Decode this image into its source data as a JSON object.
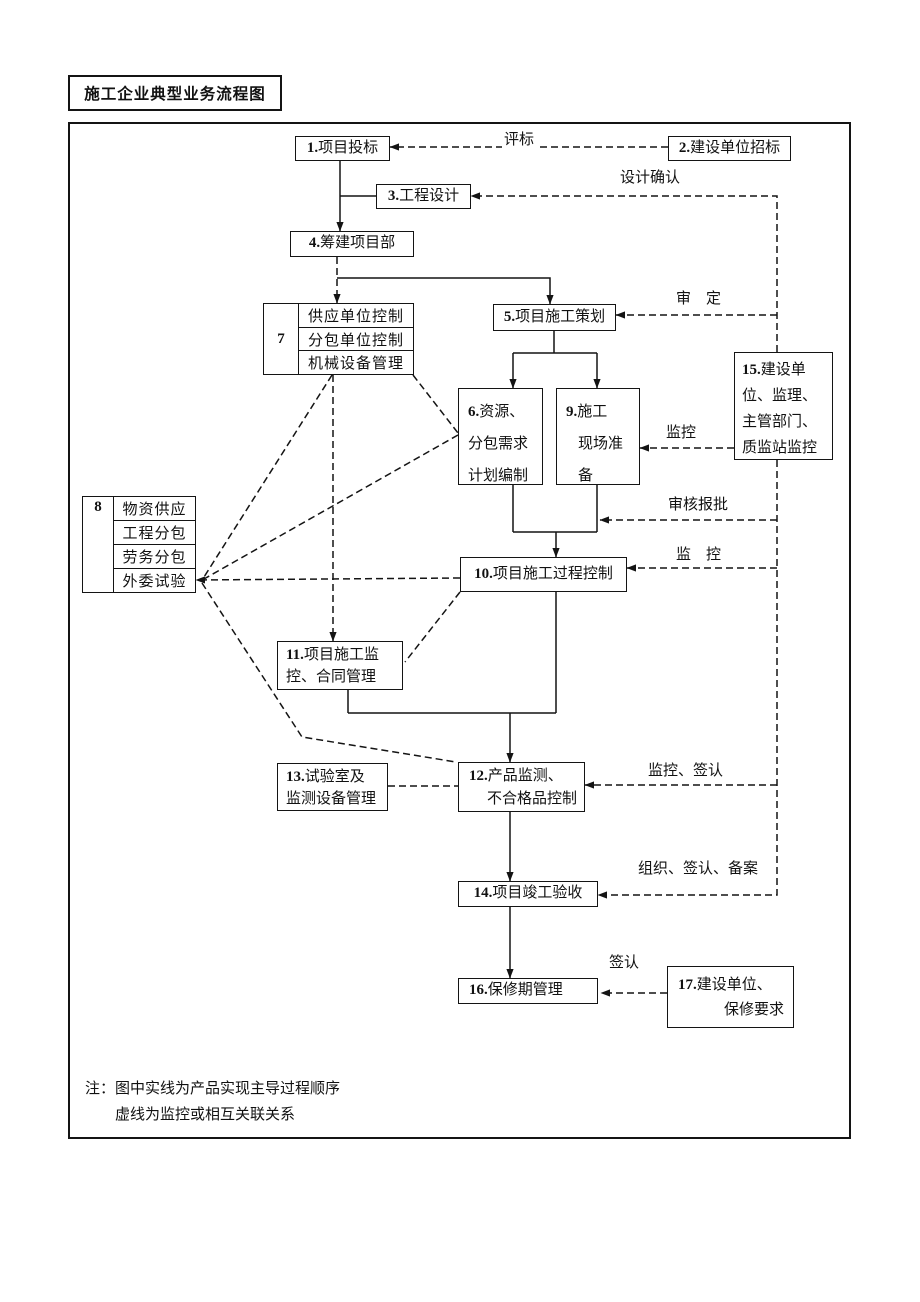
{
  "title": "施工企业典型业务流程图",
  "boxes": {
    "b1": {
      "num": "1.",
      "label": "项目投标"
    },
    "b2": {
      "num": "2.",
      "label": "建设单位招标"
    },
    "b3": {
      "num": "3.",
      "label": "工程设计"
    },
    "b4": {
      "num": "4.",
      "label": "筹建项目部"
    },
    "b5": {
      "num": "5.",
      "label": "项目施工策划"
    },
    "b6": {
      "num": "6.",
      "l1": "资源、",
      "l2": "分包需求",
      "l3": "计划编制"
    },
    "b7": {
      "num": "7",
      "rows": [
        "供应单位控制",
        "分包单位控制",
        "机械设备管理"
      ]
    },
    "b8": {
      "num": "8",
      "rows": [
        "物资供应",
        "工程分包",
        "劳务分包",
        "外委试验"
      ]
    },
    "b9": {
      "num": "9.",
      "l1": "施工",
      "l2": "现场准",
      "l3": "备"
    },
    "b10": {
      "num": "10.",
      "label": "项目施工过程控制"
    },
    "b11": {
      "num": "11.",
      "l1": "项目施工监",
      "l2": "控、合同管理"
    },
    "b12": {
      "num": "12.",
      "l1": "产品监测、",
      "l2": "不合格品控制"
    },
    "b13": {
      "num": "13.",
      "l1": "试验室及",
      "l2": "监测设备管理"
    },
    "b14": {
      "num": "14.",
      "label": "项目竣工验收"
    },
    "b15": {
      "num": "15.",
      "l1": "建设单",
      "l2": "位、监理、",
      "l3": "主管部门、",
      "l4": "质监站监控"
    },
    "b16": {
      "num": "16.",
      "label": "保修期管理"
    },
    "b17": {
      "num": "17.",
      "l1": "建设单位、",
      "l2": "保修要求"
    }
  },
  "edge_labels": {
    "pingbiao": "评标",
    "sheji_queren": "设计确认",
    "shending": "审　定",
    "jiankong_9": "监控",
    "shenhe_baopi": "审核报批",
    "jiankong_10": "监　控",
    "jiankong_qianren": "监控、签认",
    "zuzhi_qianren_beian": "组织、签认、备案",
    "qianren": "签认"
  },
  "notes": {
    "prefix": "注：",
    "line1": "图中实线为产品实现主导过程顺序",
    "line2": "虚线为监控或相互关联关系"
  }
}
